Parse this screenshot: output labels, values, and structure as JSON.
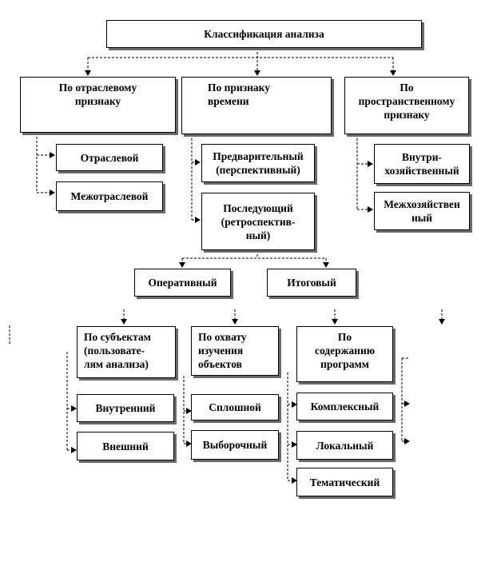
{
  "root": "Классификация анализа",
  "top": {
    "branch": "По отраслевому\nпризнаку",
    "time": "По признаку\nвремени",
    "space": "По\nпространственному\nпризнаку"
  },
  "branch_items": [
    "Отраслевой",
    "Межотраслевой"
  ],
  "time_items": [
    "Предварительный\n(перспективный)",
    "Последующий\n(ретроспектив-\nный)"
  ],
  "space_items": [
    "Внутри-\nхозяйственный",
    "Межхозяйствен\nный"
  ],
  "after_items": [
    "Оперативный",
    "Итоговый"
  ],
  "bottom": {
    "subjects": "По субъектам\n(пользовате-\nлям анализа)",
    "coverage": "По охвату\nизучения\nобъектов",
    "content": "По\nсодержанию\nпрограмм"
  },
  "subjects_items": [
    "Внутренний",
    "Внешний"
  ],
  "coverage_items": [
    "Сплошной",
    "Выборочный"
  ],
  "content_items": [
    "Комплексный",
    "Локальный",
    "Тематический"
  ]
}
